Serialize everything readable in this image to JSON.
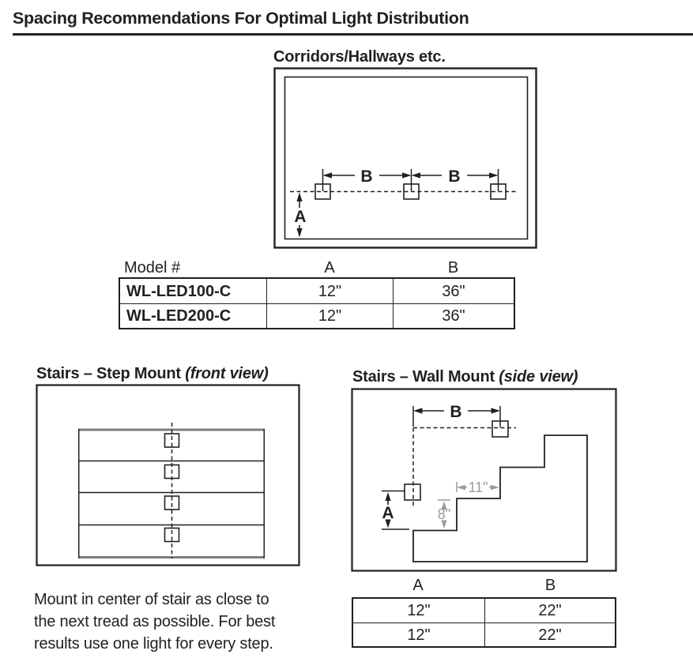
{
  "page": {
    "title": "Spacing Recommendations For Optimal Light Distribution"
  },
  "corridor": {
    "title": "Corridors/Hallways etc.",
    "dim_b1": "B",
    "dim_b2": "B",
    "dim_a": "A",
    "table": {
      "headers": [
        "Model #",
        "A",
        "B"
      ],
      "rows": [
        {
          "model": "WL-LED100-C",
          "a": "12\"",
          "b": "36\""
        },
        {
          "model": "WL-LED200-C",
          "a": "12\"",
          "b": "36\""
        }
      ]
    }
  },
  "step_mount": {
    "title": "Stairs – Step Mount",
    "view": "(front view)",
    "note_lines": [
      "Mount in center of stair as close to",
      "the next tread as possible. For best",
      "results use one light for every step."
    ]
  },
  "wall_mount": {
    "title": "Stairs – Wall Mount",
    "view": "(side view)",
    "dim_b": "B",
    "dim_a": "A",
    "tread_depth": "11\"",
    "riser_height": "8\"",
    "table": {
      "headers": [
        "A",
        "B"
      ],
      "rows": [
        {
          "a": "12\"",
          "b": "22\""
        },
        {
          "a": "12\"",
          "b": "22\""
        }
      ]
    }
  },
  "colors": {
    "ink": "#231f20",
    "dim_gray": "#9b9b9b"
  }
}
